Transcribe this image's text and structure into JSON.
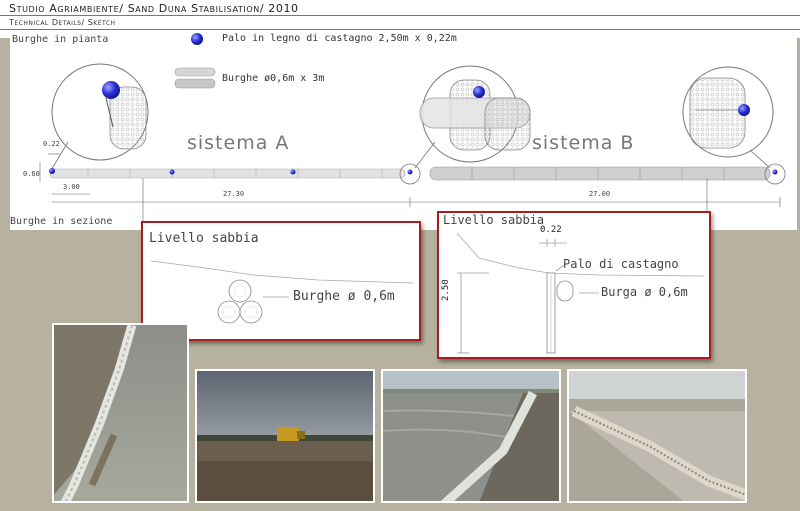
{
  "header": {
    "title": "Studio Agriambiente/",
    "title_rest": " Sand Duna Stabilisation/ 2010",
    "subtitle": "Technical Details/ Sketch"
  },
  "plan": {
    "label_plan": "Burghe in pianta",
    "legend_pole": "Palo in legno di castagno 2,50m x 0,22m",
    "legend_burghe": "Burghe ø0,6m x 3m",
    "system_a": "sistema A",
    "system_b": "sistema B",
    "dim_022": "0.22",
    "dim_060": "0.60",
    "dim_300": "3.00",
    "dim_2730": "27.30",
    "dim_2700": "27.00",
    "label_section": "Burghe in sezione"
  },
  "section_a": {
    "sand_level": "Livello sabbia",
    "burghe": "Burghe ø 0,6m"
  },
  "section_b": {
    "sand_level": "Livello sabbia",
    "dim_022": "0.22",
    "pole": "Palo di castagno",
    "burga": "Burga ø 0,6m",
    "dim_250": "2.50"
  },
  "colors": {
    "background": "#b7b29f",
    "inset_border": "#a51e22",
    "pole_marker": "#2a2fd6"
  }
}
